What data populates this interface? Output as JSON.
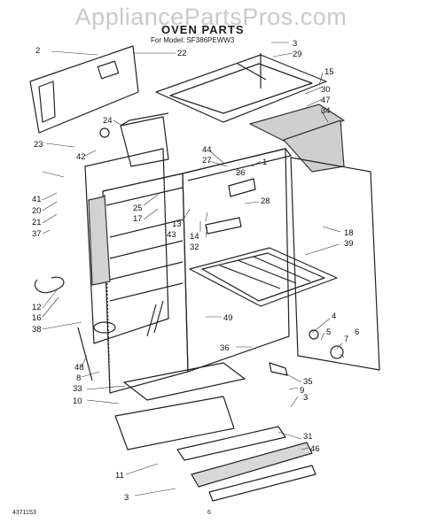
{
  "watermark": "AppliancePartsPros.com",
  "title": "OVEN PARTS",
  "subtitle": "For Model: SF386PEWW3",
  "footer": {
    "code": "4371153",
    "page": "6"
  },
  "callouts": [
    "2",
    "22",
    "3",
    "29",
    "15",
    "30",
    "47",
    "34",
    "24",
    "23",
    "42",
    "44",
    "27",
    "1",
    "26",
    "41",
    "20",
    "21",
    "37",
    "25",
    "17",
    "13",
    "43",
    "14",
    "32",
    "28",
    "18",
    "39",
    "12",
    "16",
    "38",
    "49",
    "4",
    "5",
    "7",
    "6",
    "36",
    "48",
    "8",
    "33",
    "10",
    "35",
    "9",
    "3",
    "31",
    "46",
    "11",
    "3"
  ]
}
